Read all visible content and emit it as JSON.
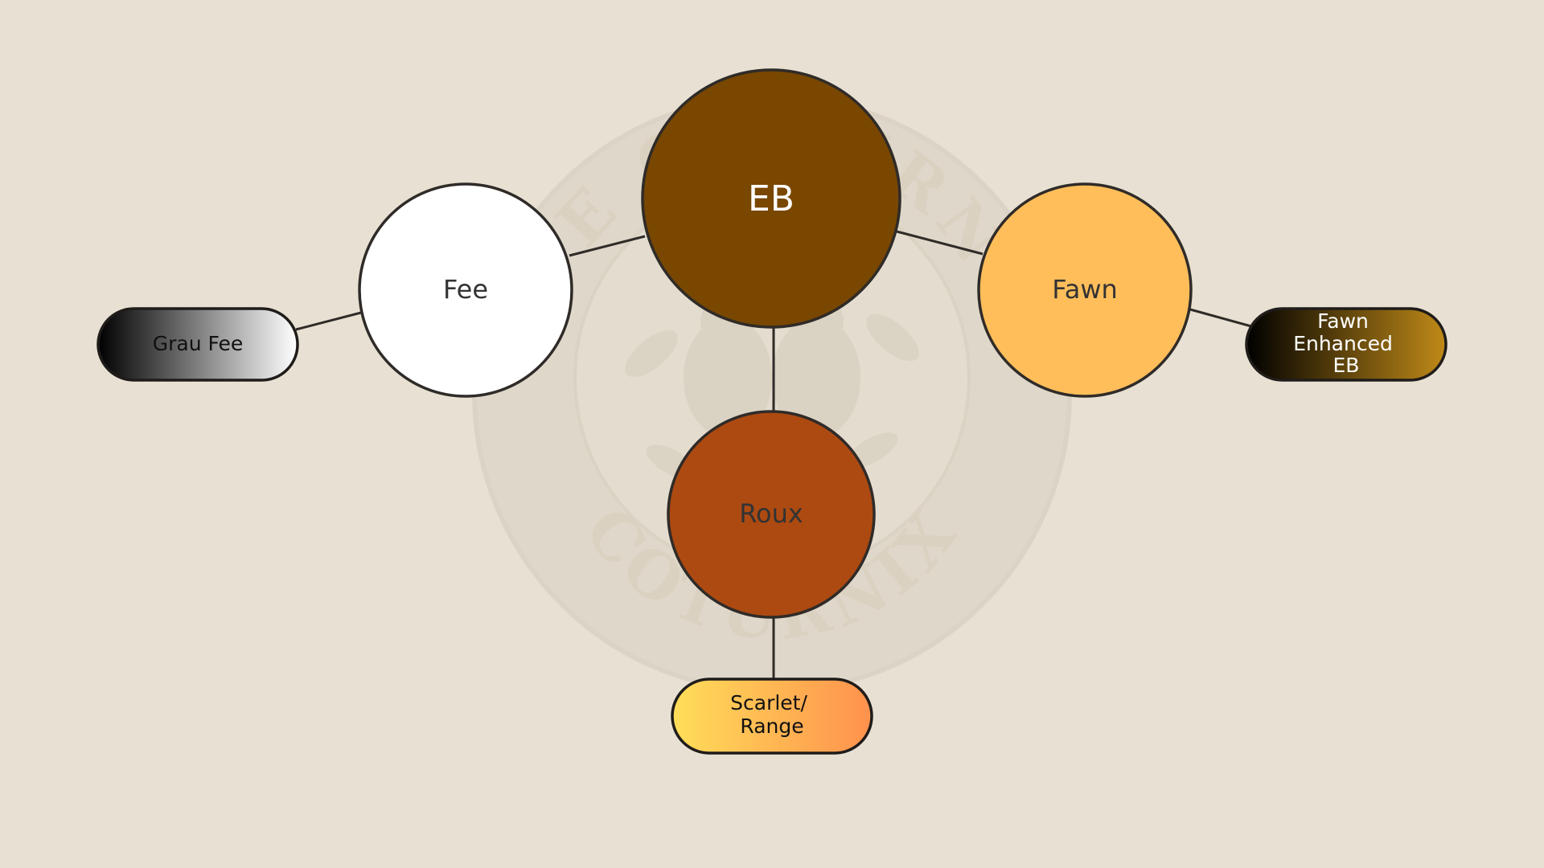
{
  "background_color": "#e8e1d3",
  "watermark": {
    "top_text": "THE COTURNIX",
    "bottom_text": "COTURNIX"
  },
  "nodes": {
    "eb": {
      "label": "EB",
      "fill": "#794700",
      "text_color": "#ffffff"
    },
    "fee": {
      "label": "Fee",
      "fill": "#ffffff",
      "text_color": "#333333"
    },
    "fawn": {
      "label": "Fawn",
      "fill": "#ffbe5a",
      "text_color": "#333333"
    },
    "roux": {
      "label": "Roux",
      "fill": "#ad4a11",
      "text_color": "#333333"
    }
  },
  "pills": {
    "grau_fee": {
      "lines": [
        "Grau Fee"
      ],
      "gradient": [
        "#000000",
        "#ffffff"
      ],
      "text_color": "#111111"
    },
    "fawn_enhanced_eb": {
      "lines": [
        "Fawn",
        "Enhanced",
        "EB"
      ],
      "gradient": [
        "#000000",
        "#c08a18"
      ],
      "text_color": "#ffffff"
    },
    "scarlet_range": {
      "lines": [
        "Scarlet/",
        "Range"
      ],
      "gradient": [
        "#ffde59",
        "#ff914d"
      ],
      "text_color": "#111111"
    }
  }
}
